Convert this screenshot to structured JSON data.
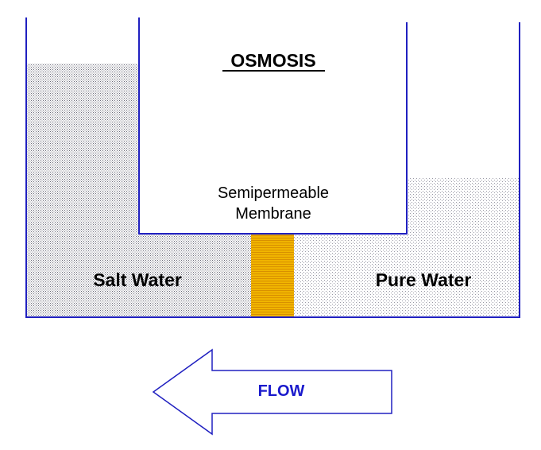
{
  "title": "OSMOSIS",
  "membrane_label": {
    "line1": "Semipermeable",
    "line2": "Membrane"
  },
  "salt_side_label": "Salt Water",
  "pure_side_label": "Pure Water",
  "flow_label": "FLOW",
  "flow_direction": "left",
  "colors": {
    "outline": "#2020c0",
    "membrane": "#f0b400",
    "flow_text": "#1a1acc",
    "text": "#000000"
  }
}
